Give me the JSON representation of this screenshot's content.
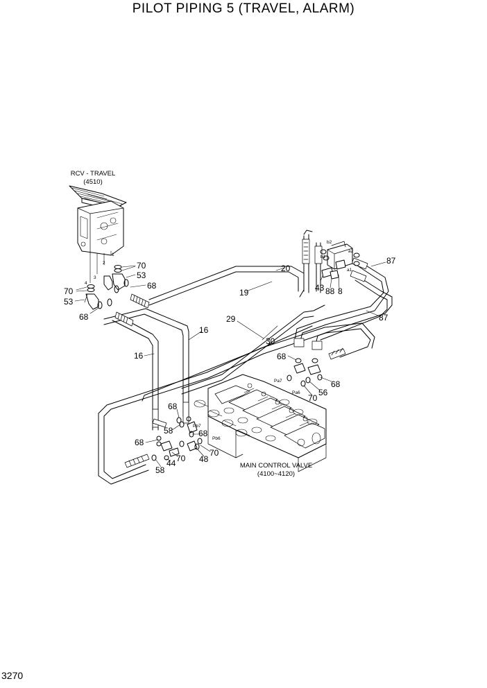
{
  "title": "PILOT PIPING 5 (TRAVEL, ALARM)",
  "page_number": "3270",
  "assemblies": {
    "rcv_name": "RCV - TRAVEL",
    "rcv_code": "(4510)",
    "mcv_name": "MAIN CONTROL VALVE",
    "mcv_code": "(4100~4120)"
  },
  "ports": {
    "rcv": [
      "1",
      "2",
      "3",
      "4"
    ],
    "valve": [
      "b2",
      "b1",
      "a2",
      "a1"
    ],
    "mcv": [
      "Pa7",
      "Pa6",
      "Pb7",
      "Pb6"
    ]
  },
  "callouts": {
    "c70a": "70",
    "c53a": "53",
    "c68a": "68",
    "c70b": "70",
    "c53b": "53",
    "c68b": "68",
    "c20": "20",
    "c19": "19",
    "c16a": "16",
    "c16b": "16",
    "c29": "29",
    "c30": "30",
    "c87a": "87",
    "c87b": "87",
    "c43": "43",
    "c88": "88",
    "c8": "8",
    "c68c": "68",
    "c68d": "68",
    "c70c": "70",
    "c56": "56",
    "c68e": "68",
    "c58a": "58",
    "c68f": "68",
    "c68g": "68",
    "c70d": "70",
    "c70e": "70",
    "c48": "48",
    "c44": "44",
    "c58b": "58"
  }
}
